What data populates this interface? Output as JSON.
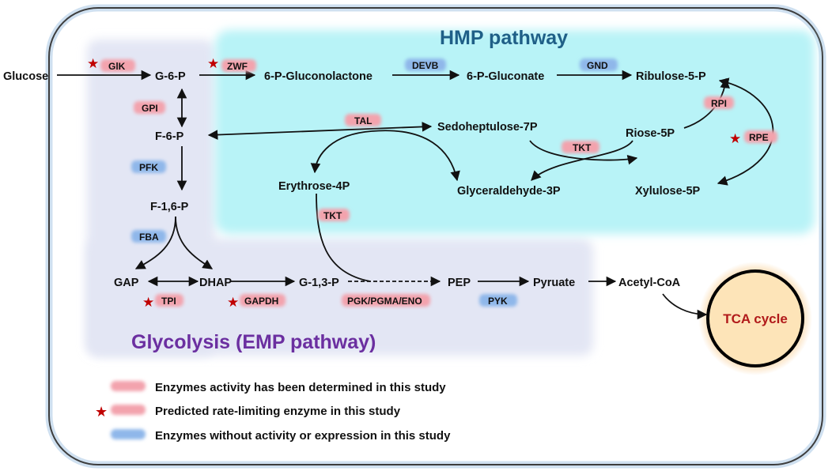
{
  "colors": {
    "red_tag": "#f3a3ad",
    "blue_tag": "#8fb7ea",
    "hmp_area": "#b8f3f7",
    "emp_area": "#e3e6f4",
    "hmp_title": "#1f5f87",
    "emp_title": "#6b2fa0",
    "tca_text": "#b11a1a",
    "star": "#c00000"
  },
  "titles": {
    "hmp": "HMP pathway",
    "emp": "Glycolysis  (EMP pathway)",
    "tca": "TCA cycle"
  },
  "metabolites": {
    "glucose": "Glucose",
    "g6p": "G-6-P",
    "gluconolactone": "6-P-Gluconolactone",
    "gluconate": "6-P-Gluconate",
    "ribulose5p": "Ribulose-5-P",
    "f6p": "F-6-P",
    "sedoheptulose7p": "Sedoheptulose-7P",
    "riose5p": "Riose-5P",
    "erythrose4p": "Erythrose-4P",
    "glyceraldehyde3p": "Glyceraldehyde-3P",
    "xylulose5p": "Xylulose-5P",
    "f16p": "F-1,6-P",
    "gap": "GAP",
    "dhap": "DHAP",
    "g13p": "G-1,3-P",
    "pep": "PEP",
    "pyruate": "Pyruate",
    "acetylcoa": "Acetyl-CoA"
  },
  "enzymes": {
    "glk": "GlK",
    "zwf": "ZWF",
    "devb": "DEVB",
    "gnd": "GND",
    "gpi": "GPI",
    "rpi": "RPI",
    "tal": "TAL",
    "tkt1": "TKT",
    "rpe": "RPE",
    "pfk": "PFK",
    "tkt2": "TKT",
    "fba": "FBA",
    "tpi": "TPI",
    "gapdh": "GAPDH",
    "pgk": "PGK/PGMA/ENO",
    "pyk": "PYK"
  },
  "legend": {
    "determined": "Enzymes activity has been determined  in this study",
    "rate_limiting": "Predicted rate-limiting enzyme in this study",
    "no_activity": "Enzymes without activity or expression in this study"
  }
}
